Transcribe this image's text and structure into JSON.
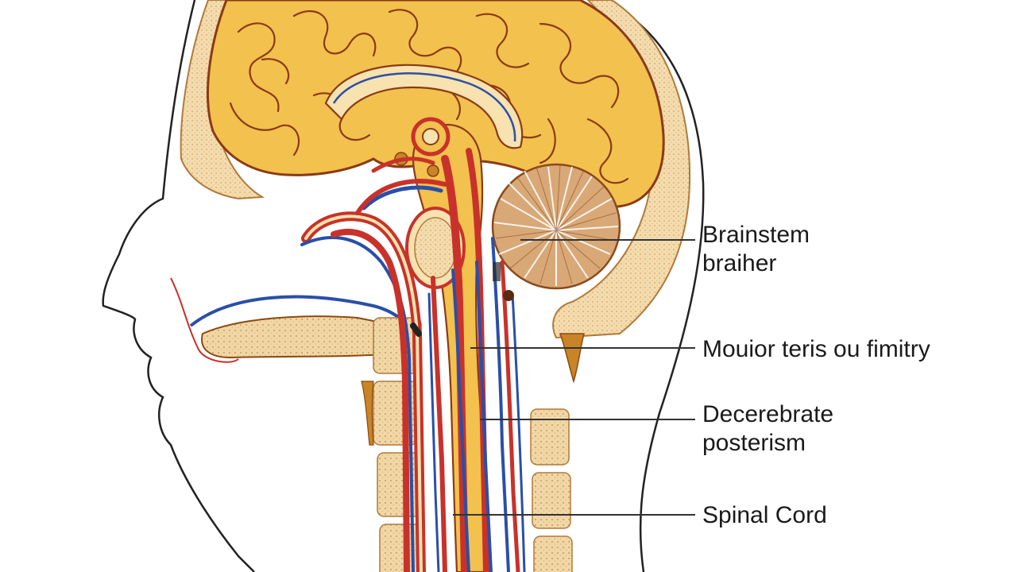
{
  "labels": {
    "brainstem": {
      "line1": "Brainstem",
      "line2": "braiher"
    },
    "motor": {
      "line1": "Mouior teris ou fimitry"
    },
    "decerebrate": {
      "line1": "Decerebrate",
      "line2": "posterism"
    },
    "spinal_cord": {
      "line1": "Spinal Cord"
    }
  },
  "colors": {
    "cerebrum": "#f2c14e",
    "cerebrum_outline": "#8a3a16",
    "skull": "#f5d49a",
    "bone_texture": "#e9c88c",
    "cerebellum": "#d9a877",
    "artery_red": "#c8322a",
    "vein_blue": "#2a4fa8",
    "outline": "#222222",
    "leader_line": "#333333"
  }
}
